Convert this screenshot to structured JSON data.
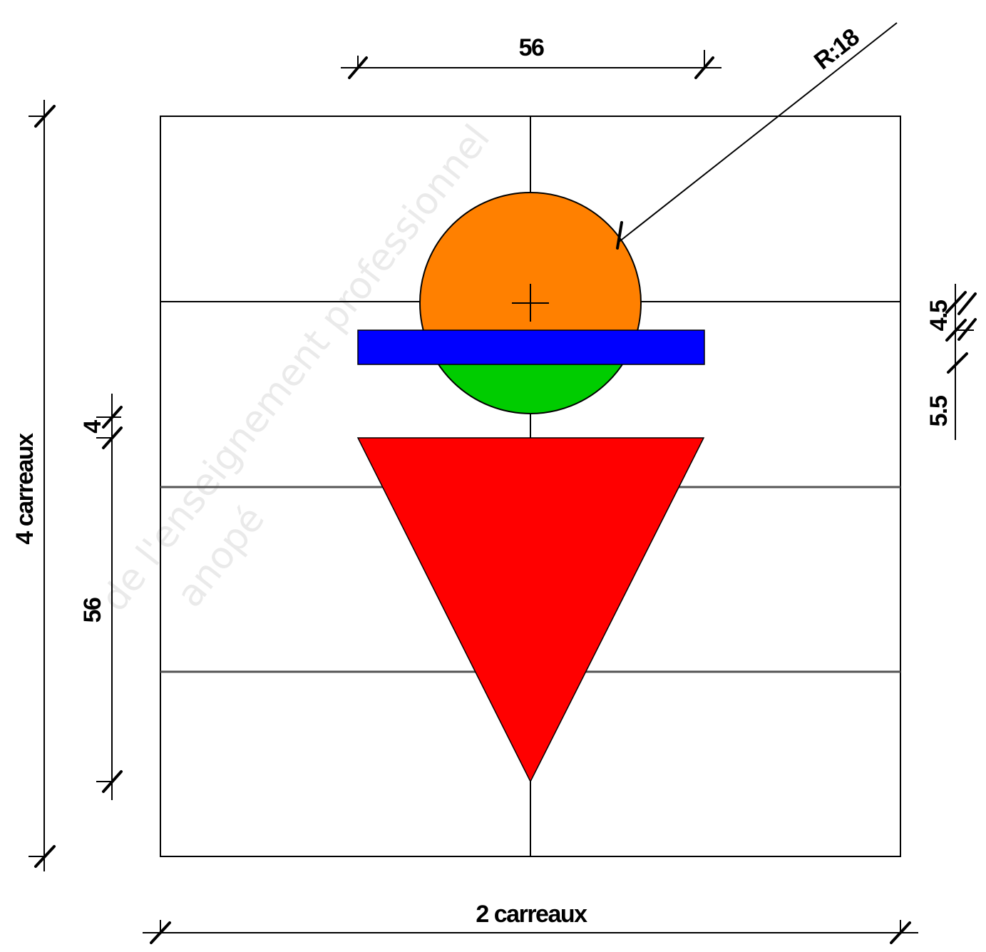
{
  "dimensions": {
    "top_width": "56",
    "radius": "R:18",
    "height_total": "4 carreaux",
    "width_total": "2 carreaux",
    "left_gap": "4",
    "left_triangle": "56",
    "right_upper": "4.5",
    "right_lower": "5.5"
  },
  "watermark": "de l'enseignement professionnel",
  "watermark_line2": "anopé",
  "colors": {
    "circle_top": "#ff8000",
    "circle_bottom": "#00cc00",
    "bar": "#0000ff",
    "triangle": "#ff0000"
  }
}
